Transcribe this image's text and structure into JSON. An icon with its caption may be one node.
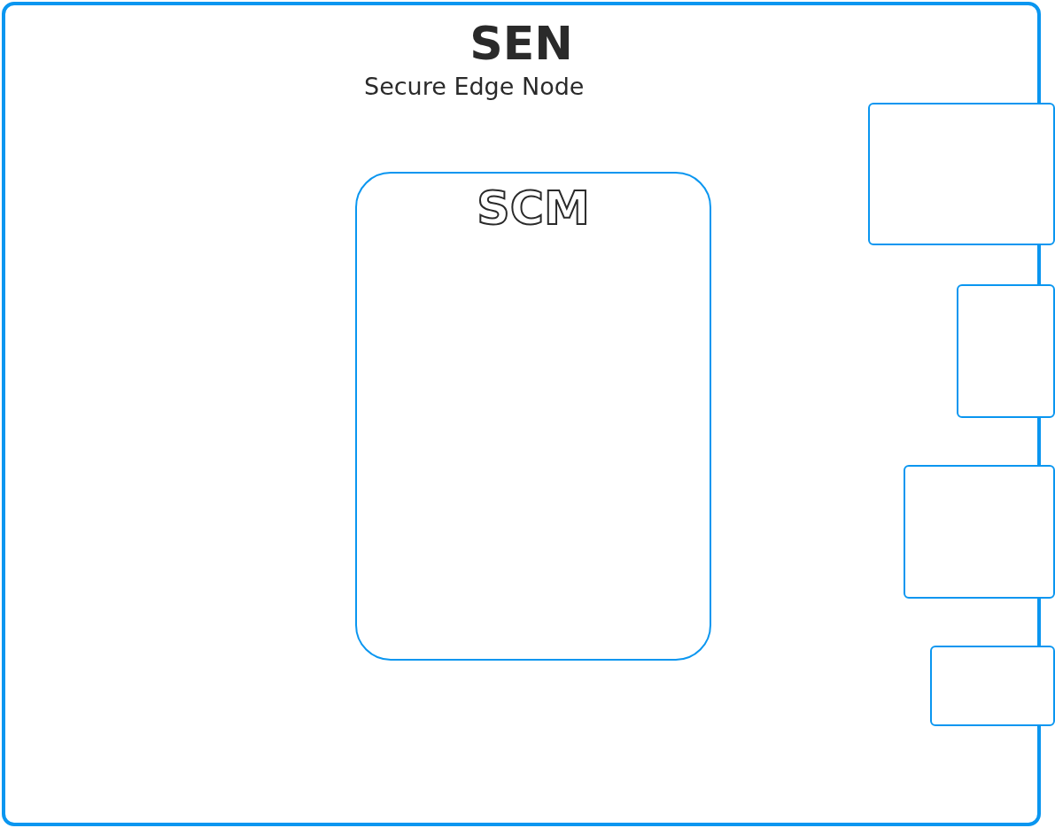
{
  "diagram": {
    "nodes": [
      {
        "text": [
          "SEN",
          "Secure Edge Node"
        ]
      },
      {
        "text": [
          "SCM"
        ],
        "in": 0
      },
      {
        "text": [],
        "shape": "box"
      },
      {
        "text": [],
        "shape": "box"
      },
      {
        "text": [],
        "shape": "box"
      },
      {
        "text": [],
        "shape": "box"
      }
    ]
  }
}
